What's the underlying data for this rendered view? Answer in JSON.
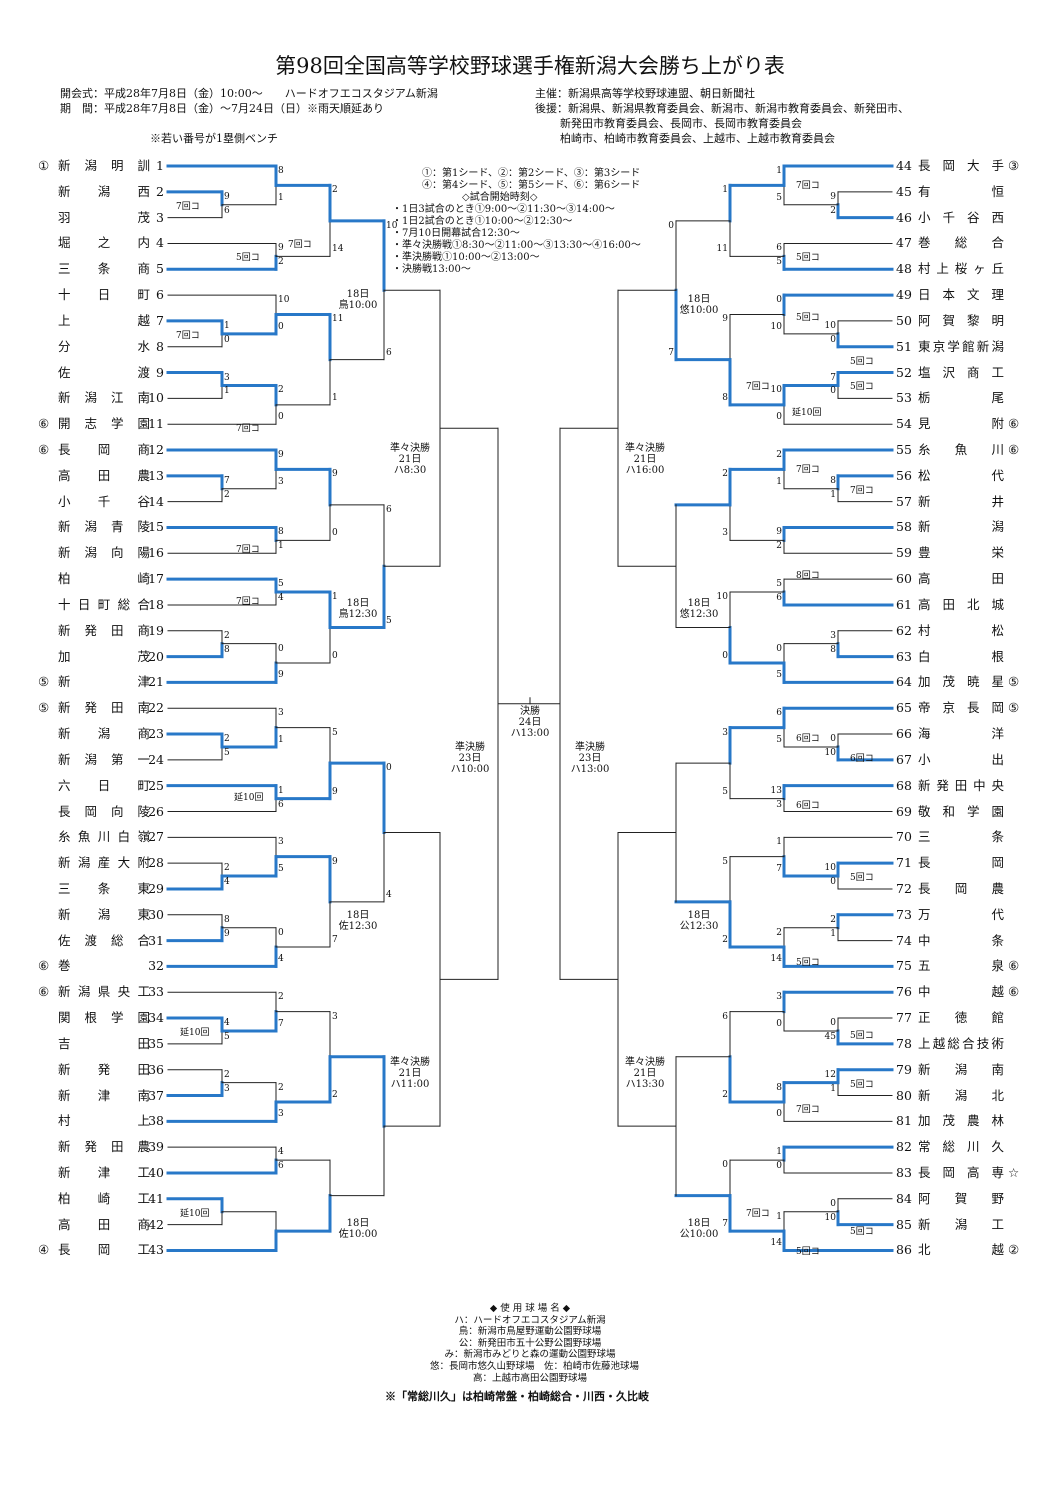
{
  "title": "第98回全国高等学校野球選手権新潟大会勝ち上がり表",
  "header": {
    "ceremony": "開会式：平成28年7月8日（金）10:00～　　ハードオフエコスタジアム新潟",
    "period": "期　間：平成28年7月8日（金）～7月24日（日）※雨天順延あり",
    "organizer": "主催：新潟県高等学校野球連盟、朝日新聞社",
    "sponsor1": "後援：新潟県、新潟県教育委員会、新潟市、新潟市教育委員会、新発田市、",
    "sponsor2": "新発田市教育委員会、長岡市、長岡市教育委員会",
    "sponsor3": "柏崎市、柏崎市教育委員会、上越市、上越市教育委員会",
    "bench_note": "※若い番号が1塁側ベンチ"
  },
  "seed_note": {
    "line1": "①：第1シード、②：第2シード、③：第3シード",
    "line2": "④：第4シード、⑤：第5シード、⑥：第6シード",
    "times_title": "◇試合開始時刻◇",
    "t1": "・1日3試合のとき①9:00～②11:30～③14:00～",
    "t2": "・1日2試合のとき①10:00～②12:30～",
    "t3": "・7月10日開幕試合12:30～",
    "t4": "・準々決勝戦①8:30～②11:00～③13:30～④16:00～",
    "t5": "・準決勝戦①10:00～②13:00～",
    "t6": "・決勝戦13:00～"
  },
  "left_teams": [
    {
      "seed": "①",
      "name": "新潟明訓",
      "num": "1"
    },
    {
      "seed": "",
      "name": "新潟西",
      "num": "2"
    },
    {
      "seed": "",
      "name": "羽茂",
      "num": "3"
    },
    {
      "seed": "",
      "name": "堀之内",
      "num": "4"
    },
    {
      "seed": "",
      "name": "三条商",
      "num": "5"
    },
    {
      "seed": "",
      "name": "十日町",
      "num": "6"
    },
    {
      "seed": "",
      "name": "上越",
      "num": "7"
    },
    {
      "seed": "",
      "name": "分水",
      "num": "8"
    },
    {
      "seed": "",
      "name": "佐渡",
      "num": "9"
    },
    {
      "seed": "",
      "name": "新潟江南",
      "num": "10"
    },
    {
      "seed": "⑥",
      "name": "開志学園",
      "num": "11"
    },
    {
      "seed": "⑥",
      "name": "長岡商",
      "num": "12"
    },
    {
      "seed": "",
      "name": "高田農",
      "num": "13"
    },
    {
      "seed": "",
      "name": "小千谷",
      "num": "14"
    },
    {
      "seed": "",
      "name": "新潟青陵",
      "num": "15"
    },
    {
      "seed": "",
      "name": "新潟向陽",
      "num": "16"
    },
    {
      "seed": "",
      "name": "柏崎",
      "num": "17"
    },
    {
      "seed": "",
      "name": "十日町総合",
      "num": "18"
    },
    {
      "seed": "",
      "name": "新発田商",
      "num": "19"
    },
    {
      "seed": "",
      "name": "加茂",
      "num": "20"
    },
    {
      "seed": "⑤",
      "name": "新津",
      "num": "21"
    },
    {
      "seed": "⑤",
      "name": "新発田南",
      "num": "22"
    },
    {
      "seed": "",
      "name": "新潟商",
      "num": "23"
    },
    {
      "seed": "",
      "name": "新潟第一",
      "num": "24"
    },
    {
      "seed": "",
      "name": "六日町",
      "num": "25"
    },
    {
      "seed": "",
      "name": "長岡向陵",
      "num": "26"
    },
    {
      "seed": "",
      "name": "糸魚川白嶺",
      "num": "27"
    },
    {
      "seed": "",
      "name": "新潟産大附",
      "num": "28"
    },
    {
      "seed": "",
      "name": "三条東",
      "num": "29"
    },
    {
      "seed": "",
      "name": "新潟東",
      "num": "30"
    },
    {
      "seed": "",
      "name": "佐渡総合",
      "num": "31"
    },
    {
      "seed": "⑥",
      "name": "巻",
      "num": "32"
    },
    {
      "seed": "⑥",
      "name": "新潟県央工",
      "num": "33"
    },
    {
      "seed": "",
      "name": "関根学園",
      "num": "34"
    },
    {
      "seed": "",
      "name": "吉田",
      "num": "35"
    },
    {
      "seed": "",
      "name": "新発田",
      "num": "36"
    },
    {
      "seed": "",
      "name": "新津南",
      "num": "37"
    },
    {
      "seed": "",
      "name": "村上",
      "num": "38"
    },
    {
      "seed": "",
      "name": "新発田農",
      "num": "39"
    },
    {
      "seed": "",
      "name": "新津工",
      "num": "40"
    },
    {
      "seed": "",
      "name": "柏崎工",
      "num": "41"
    },
    {
      "seed": "",
      "name": "高田商",
      "num": "42"
    },
    {
      "seed": "④",
      "name": "長岡工",
      "num": "43"
    }
  ],
  "right_teams": [
    {
      "num": "44",
      "name": "長岡大手",
      "seed": "③"
    },
    {
      "num": "45",
      "name": "有恒",
      "seed": ""
    },
    {
      "num": "46",
      "name": "小千谷西",
      "seed": ""
    },
    {
      "num": "47",
      "name": "巻総合",
      "seed": ""
    },
    {
      "num": "48",
      "name": "村上桜ヶ丘",
      "seed": ""
    },
    {
      "num": "49",
      "name": "日本文理",
      "seed": ""
    },
    {
      "num": "50",
      "name": "阿賀黎明",
      "seed": ""
    },
    {
      "num": "51",
      "name": "東京学館新潟",
      "seed": ""
    },
    {
      "num": "52",
      "name": "塩沢商工",
      "seed": ""
    },
    {
      "num": "53",
      "name": "栃尾",
      "seed": ""
    },
    {
      "num": "54",
      "name": "見附",
      "seed": "⑥"
    },
    {
      "num": "55",
      "name": "糸魚川",
      "seed": "⑥"
    },
    {
      "num": "56",
      "name": "松代",
      "seed": ""
    },
    {
      "num": "57",
      "name": "新井",
      "seed": ""
    },
    {
      "num": "58",
      "name": "新潟",
      "seed": ""
    },
    {
      "num": "59",
      "name": "豊栄",
      "seed": ""
    },
    {
      "num": "60",
      "name": "高田",
      "seed": ""
    },
    {
      "num": "61",
      "name": "高田北城",
      "seed": ""
    },
    {
      "num": "62",
      "name": "村松",
      "seed": ""
    },
    {
      "num": "63",
      "name": "白根",
      "seed": ""
    },
    {
      "num": "64",
      "name": "加茂暁星",
      "seed": "⑤"
    },
    {
      "num": "65",
      "name": "帝京長岡",
      "seed": "⑤"
    },
    {
      "num": "66",
      "name": "海洋",
      "seed": ""
    },
    {
      "num": "67",
      "name": "小出",
      "seed": ""
    },
    {
      "num": "68",
      "name": "新発田中央",
      "seed": ""
    },
    {
      "num": "69",
      "name": "敬和学園",
      "seed": ""
    },
    {
      "num": "70",
      "name": "三条",
      "seed": ""
    },
    {
      "num": "71",
      "name": "長岡",
      "seed": ""
    },
    {
      "num": "72",
      "name": "長岡農",
      "seed": ""
    },
    {
      "num": "73",
      "name": "万代",
      "seed": ""
    },
    {
      "num": "74",
      "name": "中条",
      "seed": ""
    },
    {
      "num": "75",
      "name": "五泉",
      "seed": "⑥"
    },
    {
      "num": "76",
      "name": "中越",
      "seed": "⑥"
    },
    {
      "num": "77",
      "name": "正徳館",
      "seed": ""
    },
    {
      "num": "78",
      "name": "上越総合技術",
      "seed": ""
    },
    {
      "num": "79",
      "name": "新潟南",
      "seed": ""
    },
    {
      "num": "80",
      "name": "新潟北",
      "seed": ""
    },
    {
      "num": "81",
      "name": "加茂農林",
      "seed": ""
    },
    {
      "num": "82",
      "name": "常総川久",
      "seed": ""
    },
    {
      "num": "83",
      "name": "長岡高専",
      "seed": "☆"
    },
    {
      "num": "84",
      "name": "阿賀野",
      "seed": ""
    },
    {
      "num": "85",
      "name": "新潟工",
      "seed": ""
    },
    {
      "num": "86",
      "name": "北越",
      "seed": "②"
    }
  ],
  "left_scores": [
    "9",
    "6",
    "8",
    "1",
    "9",
    "2",
    "2",
    "14",
    "1",
    "0",
    "10",
    "0",
    "3",
    "1",
    "2",
    "0",
    "11",
    "1",
    "10",
    "6",
    "7",
    "2",
    "9",
    "3",
    "8",
    "1",
    "9",
    "0",
    "5",
    "4",
    "2",
    "8",
    "0",
    "9",
    "1",
    "0",
    "6",
    "5",
    "2",
    "5",
    "3",
    "1",
    "1",
    "6",
    "5",
    "9",
    "2",
    "4",
    "3",
    "5",
    "8",
    "9",
    "0",
    "4",
    "9",
    "7",
    "0",
    "4",
    "4",
    "5",
    "2",
    "7",
    "2",
    "3",
    "2",
    "3",
    "3",
    "2",
    "4",
    "6"
  ],
  "right_scores": [
    "9",
    "2",
    "1",
    "5",
    "6",
    "5",
    "1",
    "11",
    "10",
    "0",
    "0",
    "10",
    "7",
    "0",
    "10",
    "0",
    "9",
    "8",
    "0",
    "7",
    "8",
    "1",
    "2",
    "1",
    "9",
    "2",
    "2",
    "3",
    "5",
    "6",
    "3",
    "8",
    "0",
    "5",
    "10",
    "0",
    "0",
    "10",
    "6",
    "5",
    "13",
    "3",
    "3",
    "5",
    "10",
    "0",
    "1",
    "7",
    "2",
    "1",
    "2",
    "14",
    "5",
    "2",
    "0",
    "45",
    "3",
    "0",
    "12",
    "1",
    "8",
    "0",
    "6",
    "2",
    "1",
    "0",
    "0",
    "10",
    "1",
    "14",
    "0",
    "7"
  ],
  "annotations": {
    "seven": "7回コ",
    "five": "5回コ",
    "six": "6回コ",
    "eight": "8回コ",
    "ext10": "延10回"
  },
  "rounds": {
    "r18_1": {
      "day": "18日",
      "time": "鳥10:00"
    },
    "r18_2": {
      "day": "18日",
      "time": "鳥12:30"
    },
    "r18_3": {
      "day": "18日",
      "time": "佐12:30"
    },
    "r18_4": {
      "day": "18日",
      "time": "佐10:00"
    },
    "r18_5": {
      "day": "18日",
      "time": "悠10:00"
    },
    "r18_6": {
      "day": "18日",
      "time": "悠12:30"
    },
    "r18_7": {
      "day": "18日",
      "time": "公12:30"
    },
    "r18_8": {
      "day": "18日",
      "time": "公10:00"
    },
    "qf_l1": {
      "label": "準々決勝",
      "day": "21日",
      "time": "ハ8:30"
    },
    "qf_l2": {
      "label": "準々決勝",
      "day": "21日",
      "time": "ハ11:00"
    },
    "qf_r1": {
      "label": "準々決勝",
      "day": "21日",
      "time": "ハ16:00"
    },
    "qf_r2": {
      "label": "準々決勝",
      "day": "21日",
      "time": "ハ13:30"
    },
    "sf_l": {
      "label": "準決勝",
      "day": "23日",
      "time": "ハ10:00"
    },
    "sf_r": {
      "label": "準決勝",
      "day": "23日",
      "time": "ハ13:00"
    },
    "final": {
      "label": "決勝",
      "day": "24日",
      "time": "ハ13:00"
    }
  },
  "venues": {
    "title": "◆ 使 用 球 場 名 ◆",
    "v1": "ハ：ハードオフエコスタジアム新潟",
    "v2": "鳥：新潟市鳥屋野運動公園野球場",
    "v3": "公：新発田市五十公野公園野球場",
    "v4": "み：新潟市みどりと森の運動公園野球場",
    "v5": "悠：長岡市悠久山野球場　佐：柏崎市佐藤池球場",
    "v6": "高：上越市高田公園野球場"
  },
  "footnote": "※「常総川久」は柏崎常盤・柏崎総合・川西・久比岐",
  "colors": {
    "win_line": "#2878c8",
    "lose_line": "#222222"
  }
}
